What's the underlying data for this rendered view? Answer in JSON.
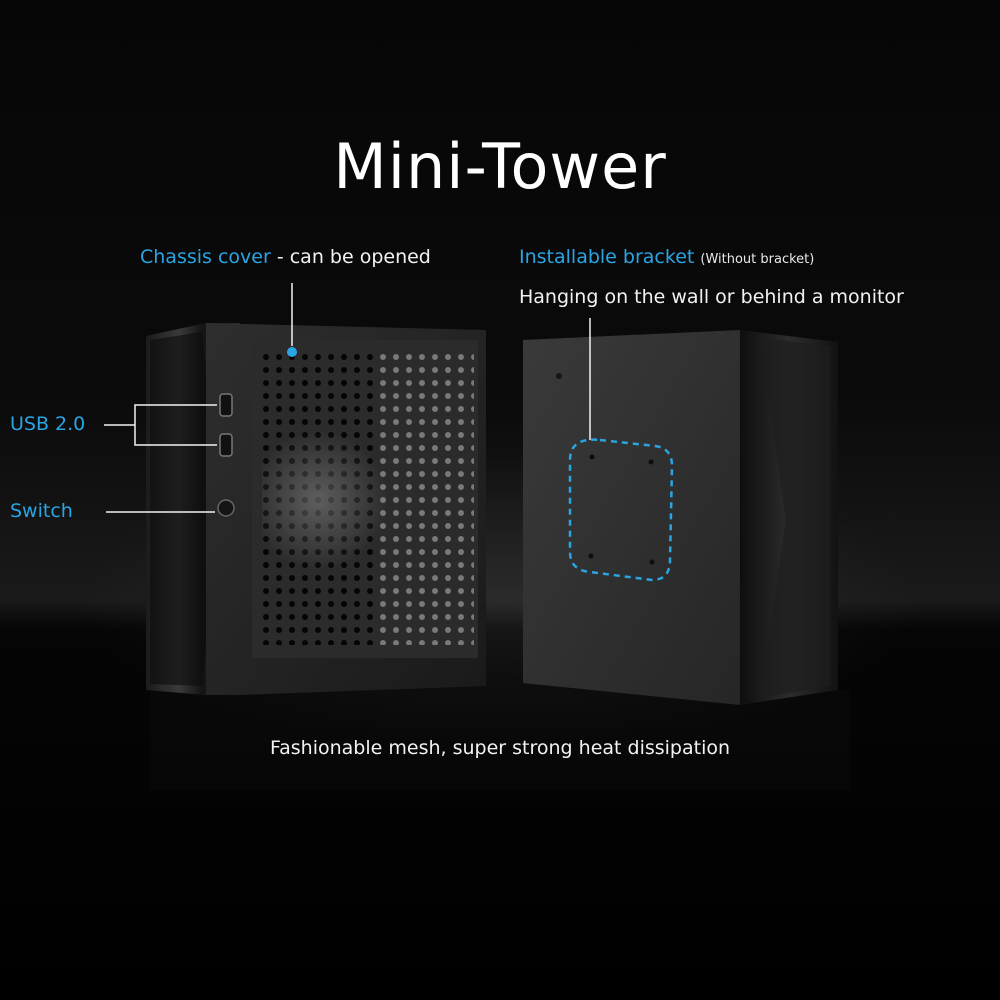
{
  "title": "Mini-Tower",
  "annotations": {
    "chassis_cover": {
      "highlight": "Chassis cover",
      "rest": " - can be opened"
    },
    "bracket": {
      "highlight": "Installable bracket",
      "note": "(Without bracket)"
    },
    "hanging": "Hanging on the wall or behind a monitor",
    "usb": "USB 2.0",
    "switch": "Switch"
  },
  "caption": "Fashionable mesh, super strong heat dissipation",
  "colors": {
    "accent": "#2aa5e4",
    "text": "#f2f2f2",
    "background": "#000000"
  }
}
